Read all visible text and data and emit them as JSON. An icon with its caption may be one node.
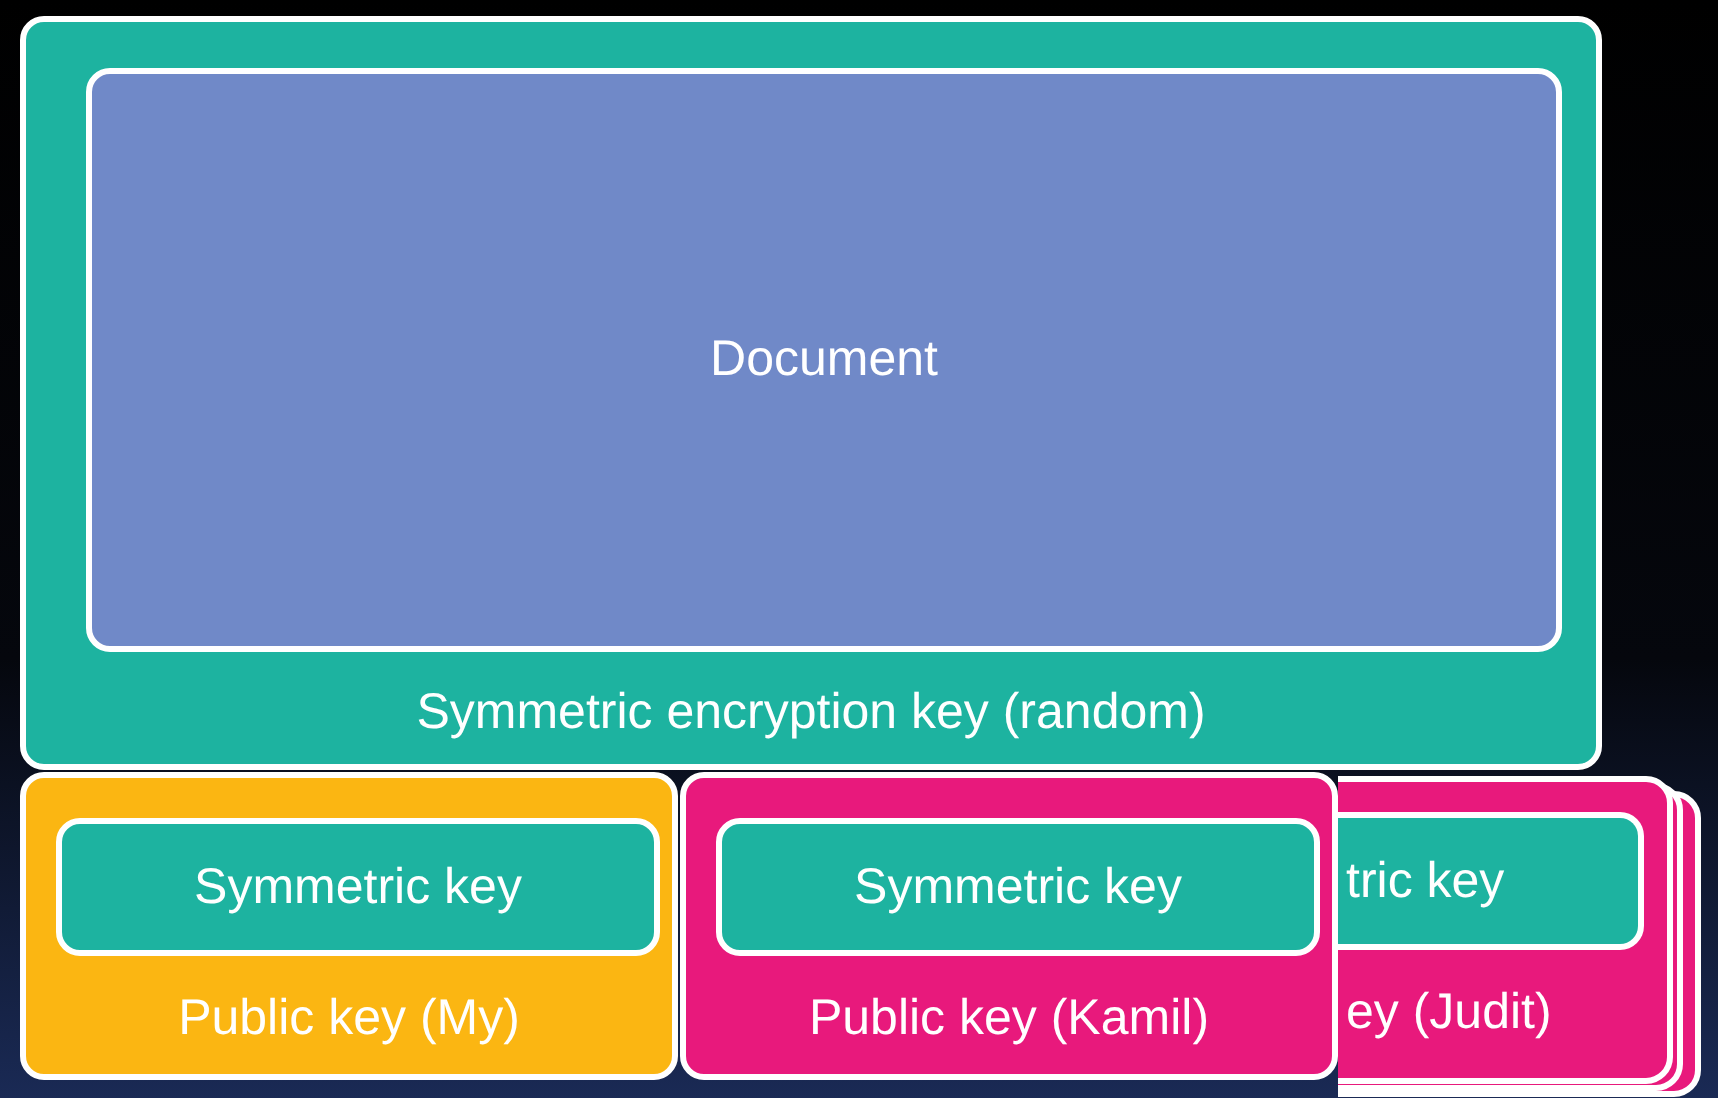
{
  "diagram": {
    "nodes": [
      {
        "text": [
          "Symmetric encryption key (random)"
        ]
      },
      {
        "text": [
          "Document"
        ],
        "in": 0
      },
      {
        "text": [
          "Public key (My)"
        ]
      },
      {
        "text": [
          "Symmetric key"
        ],
        "in": 2
      },
      {
        "text": [
          "Public key (Kamil)"
        ]
      },
      {
        "text": [
          "Symmetric key"
        ],
        "in": 4
      },
      {
        "text": [
          "ey (Judit)"
        ]
      },
      {
        "text": [
          "tric key"
        ],
        "in": 6
      }
    ]
  }
}
